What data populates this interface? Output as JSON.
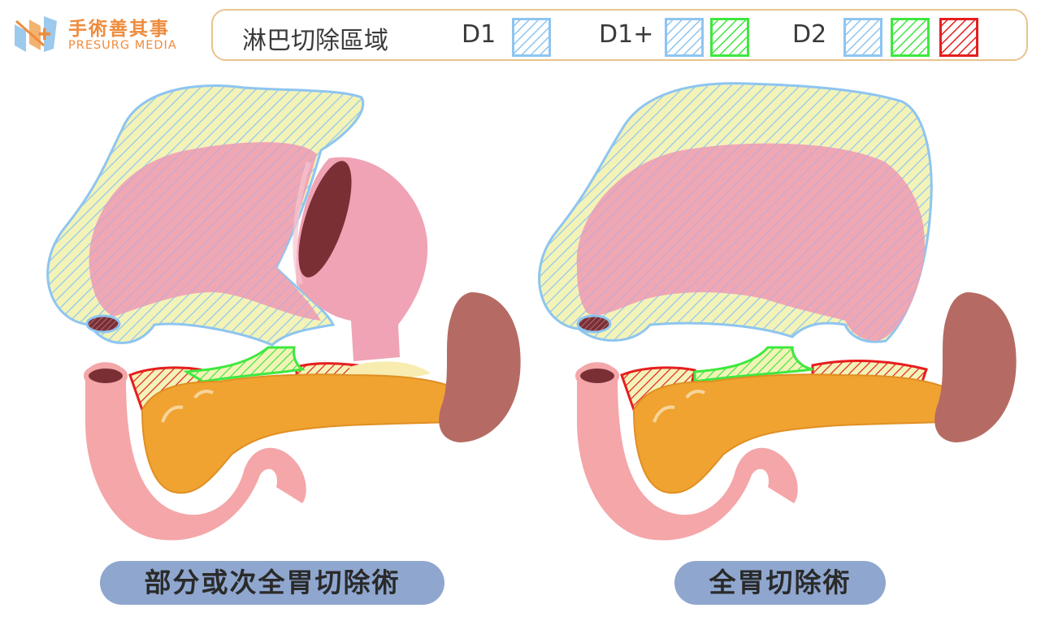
{
  "brand": {
    "name_cn": "手術善其事",
    "name_en": "PRESURG MEDIA"
  },
  "legend": {
    "title": "淋巴切除區域",
    "levels": [
      {
        "label": "D1",
        "swatches": [
          "#8ec5f0"
        ]
      },
      {
        "label": "D1+",
        "swatches": [
          "#8ec5f0",
          "#3ee83e"
        ]
      },
      {
        "label": "D2",
        "swatches": [
          "#8ec5f0",
          "#3ee83e",
          "#e61e1e"
        ]
      }
    ]
  },
  "colors": {
    "d1_blue": "#8ec5f0",
    "d1plus_green": "#3ee83e",
    "d2_red": "#e61e1e",
    "omentum_fill": "#f3f3b8",
    "stomach_pink": "#f0a3b4",
    "pancreas_orange": "#f0a330",
    "spleen_brown": "#b56b63",
    "duodenum_pink": "#f4a6a8",
    "caption_bg": "#8fa7cf",
    "logo_orange": "#ef8b3c"
  },
  "panels": [
    {
      "caption": "部分或次全胃切除術"
    },
    {
      "caption": "全胃切除術"
    }
  ]
}
